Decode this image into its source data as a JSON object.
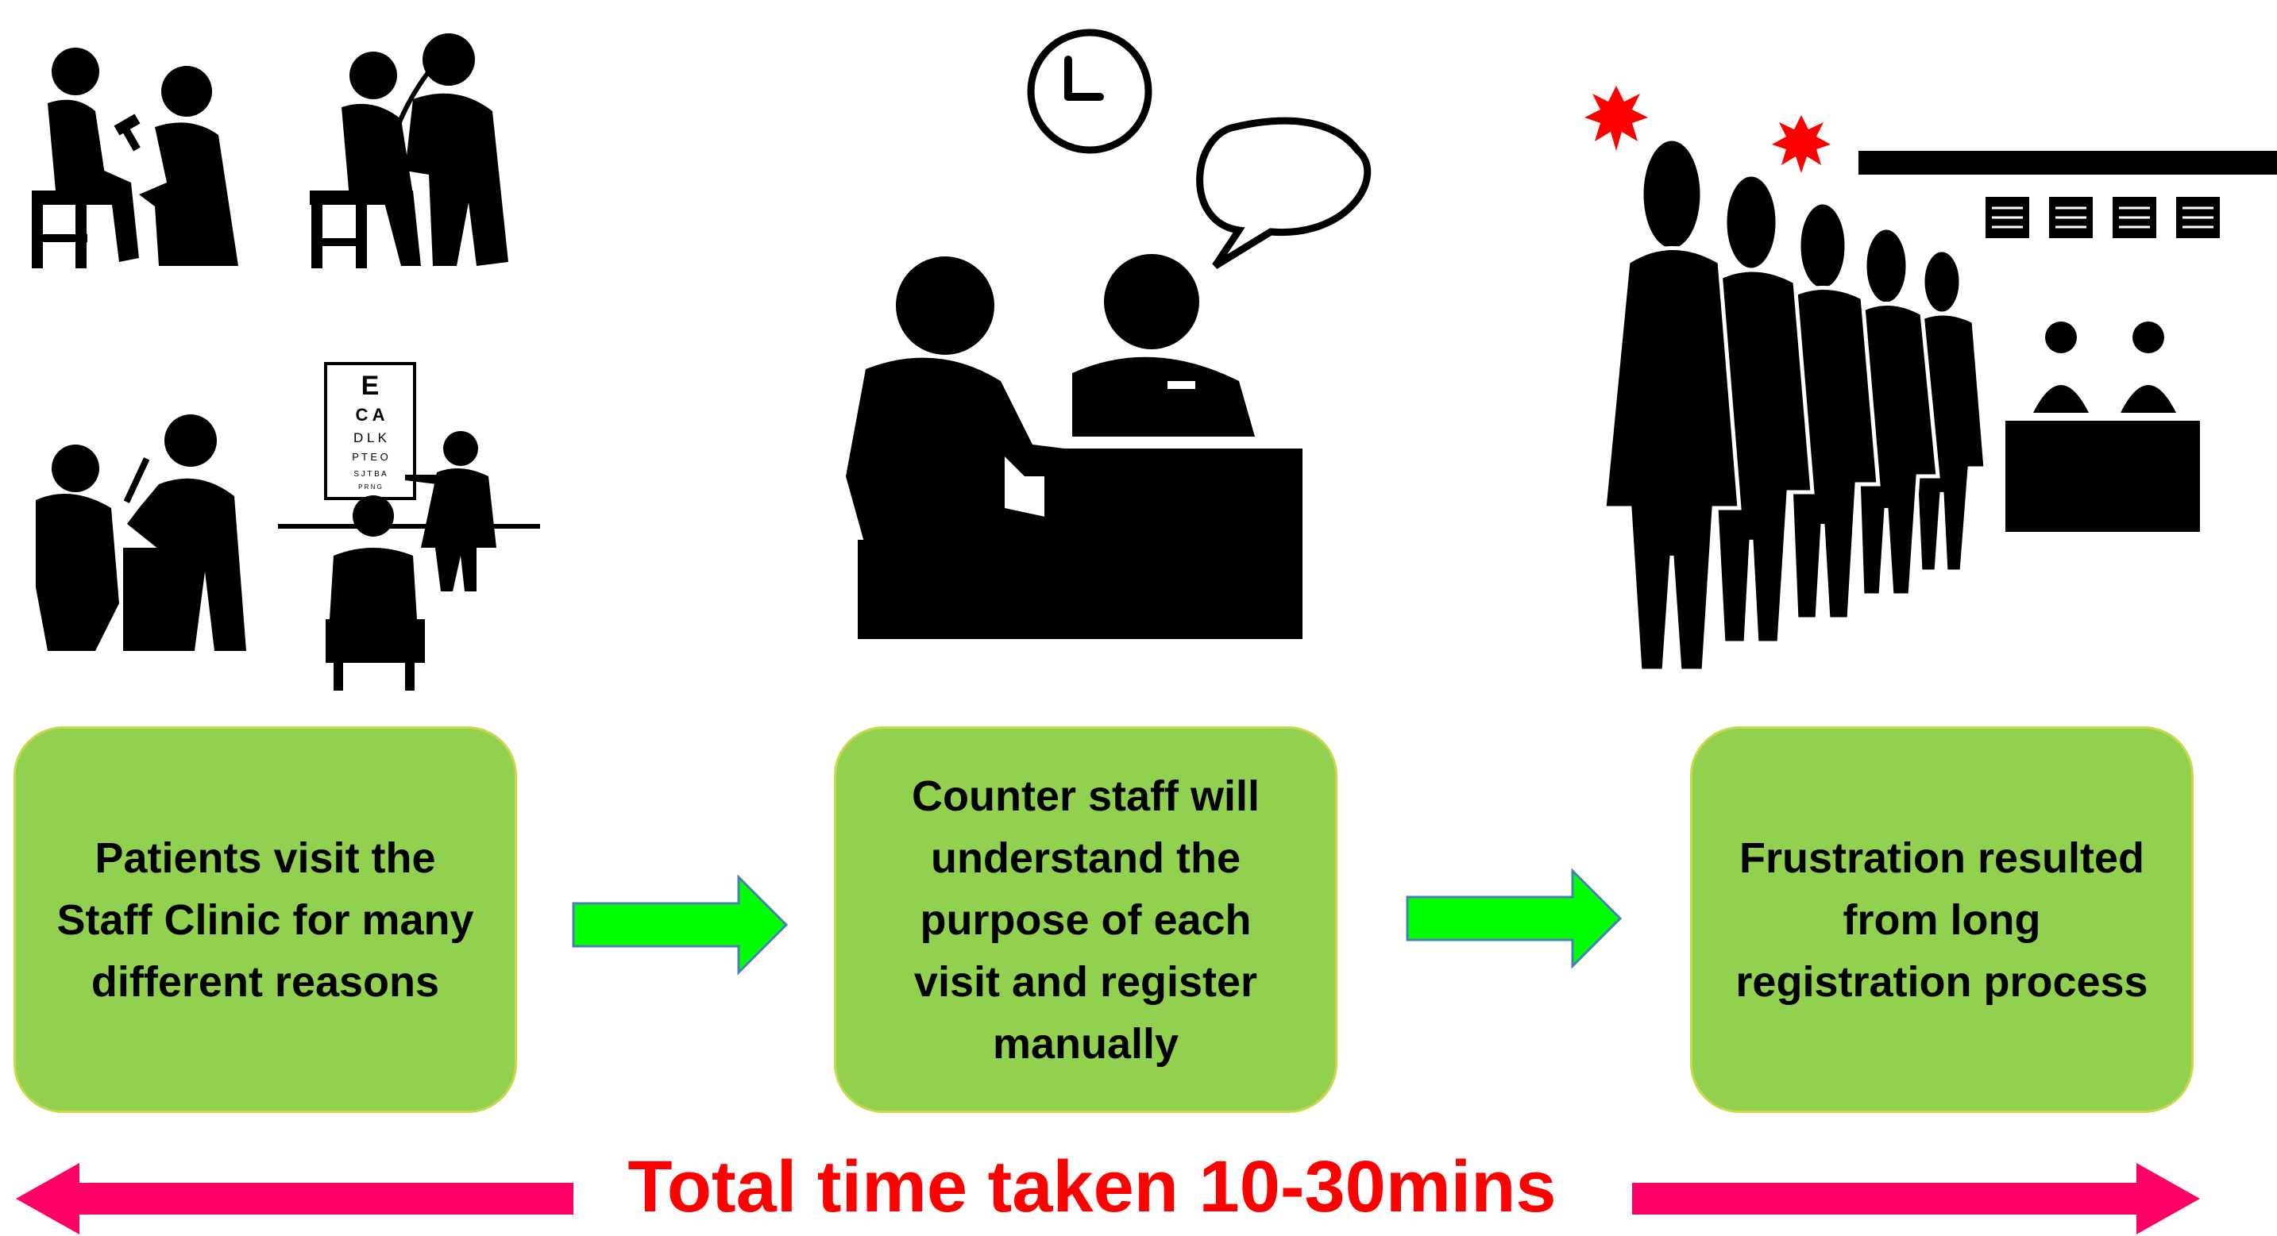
{
  "steps": [
    {
      "text": "Patients visit the\nStaff Clinic for many\ndifferent reasons"
    },
    {
      "text": "Counter staff will\nunderstand the\npurpose of each\nvisit and register\nmanually"
    },
    {
      "text": "Frustration resulted\nfrom long\nregistration process"
    }
  ],
  "footer": {
    "total_time": "Total time taken 10-30mins"
  },
  "eye_chart": {
    "row1": "E",
    "row2": "C A",
    "row3": "D L K",
    "row4": "P T E O",
    "row5": "S J T B A",
    "row6": "P R N G"
  },
  "colors": {
    "box_fill": "#92d050",
    "box_border": "#c9d94a",
    "flow_arrow": "#00ff00",
    "timeline_arrow": "#ff0066",
    "total_text": "#ff0000",
    "burst": "#ff0000"
  },
  "icons": [
    "doctor-reflex-test-icon",
    "doctor-stethoscope-icon",
    "doctor-injection-icon",
    "eye-test-icon",
    "clock-icon",
    "speech-bubble-icon",
    "counter-staff-icon",
    "patient-icon",
    "queue-people-icon",
    "frustration-burst-icon",
    "registration-desk-icon"
  ]
}
